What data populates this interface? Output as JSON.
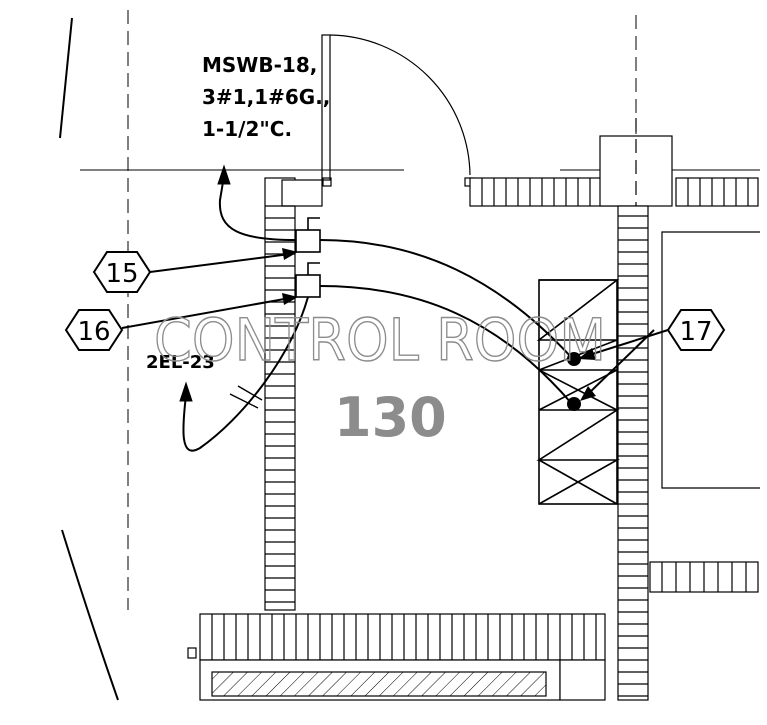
{
  "drawing": {
    "feeder_note": {
      "line1": "MSWB-18,",
      "line2": "3#1,1#6G.,",
      "line3": "1-1/2\"C."
    },
    "circuit_label": "2EL-23",
    "room_name": "CONTROL ROOM",
    "room_number": "130",
    "keynote_tags": [
      {
        "number": "15"
      },
      {
        "number": "16"
      },
      {
        "number": "17"
      }
    ],
    "colors": {
      "linework": "#000000",
      "room_text": "#8c8c8c",
      "background": "#ffffff"
    }
  }
}
